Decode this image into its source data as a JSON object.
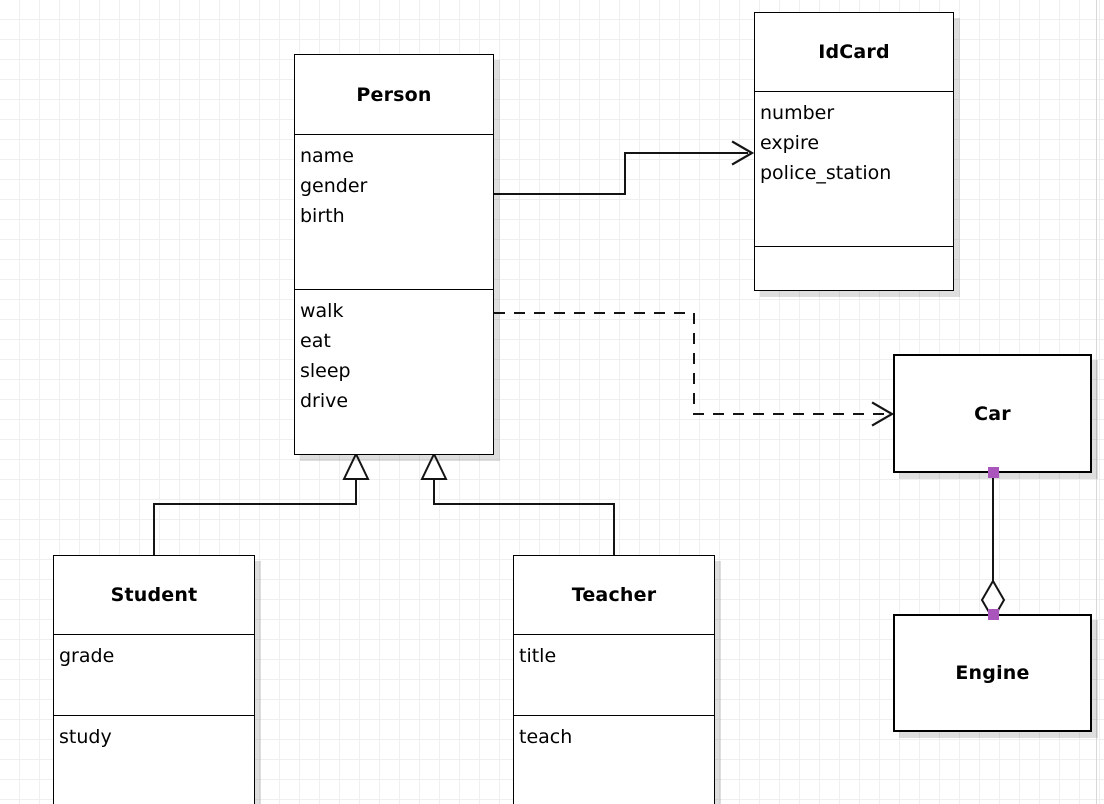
{
  "diagram": {
    "type": "uml-class-diagram",
    "background": "#ffffff",
    "grid_color": "#efefef",
    "line_color": "#141414",
    "handle_color": "#aa55bb",
    "classes": [
      {
        "id": "person",
        "name": "Person",
        "attributes": [
          "name",
          "gender",
          "birth"
        ],
        "operations": [
          "walk",
          "eat",
          "sleep",
          "drive"
        ],
        "selected": false
      },
      {
        "id": "idcard",
        "name": "IdCard",
        "attributes": [
          "number",
          "expire",
          "police_station"
        ],
        "operations": [],
        "selected": false
      },
      {
        "id": "car",
        "name": "Car",
        "attributes": [],
        "operations": [],
        "selected": true
      },
      {
        "id": "engine",
        "name": "Engine",
        "attributes": [],
        "operations": [],
        "selected": true
      },
      {
        "id": "student",
        "name": "Student",
        "attributes": [
          "grade"
        ],
        "operations": [
          "study"
        ],
        "selected": false
      },
      {
        "id": "teacher",
        "name": "Teacher",
        "attributes": [
          "title"
        ],
        "operations": [
          "teach"
        ],
        "selected": false
      }
    ],
    "relations": [
      {
        "id": "person-idcard",
        "kind": "association",
        "style": "solid",
        "from": "Person",
        "to": "IdCard",
        "arrow": "open"
      },
      {
        "id": "person-car",
        "kind": "dependency",
        "style": "dashed",
        "from": "Person",
        "to": "Car",
        "arrow": "open"
      },
      {
        "id": "student-person",
        "kind": "generalization",
        "style": "solid",
        "from": "Student",
        "to": "Person",
        "arrow": "hollow-triangle"
      },
      {
        "id": "teacher-person",
        "kind": "generalization",
        "style": "solid",
        "from": "Teacher",
        "to": "Person",
        "arrow": "hollow-triangle"
      },
      {
        "id": "car-engine",
        "kind": "aggregation",
        "style": "solid",
        "from": "Car",
        "to": "Engine",
        "arrow": "hollow-diamond"
      }
    ]
  }
}
